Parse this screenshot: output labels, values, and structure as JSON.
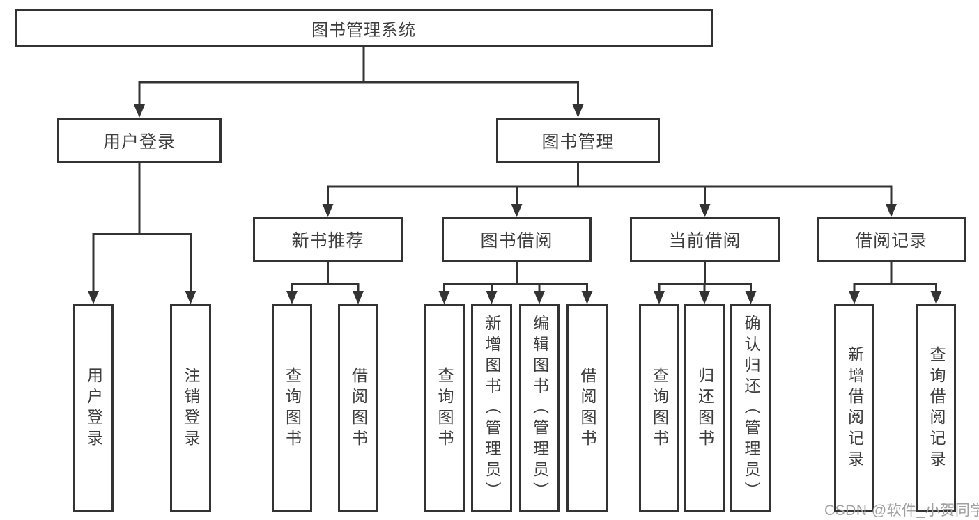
{
  "diagram": {
    "root": "图书管理系统",
    "level1": {
      "user_login": "用户登录",
      "book_mgmt": "图书管理"
    },
    "level2": {
      "new_book": "新书推荐",
      "book_borrow": "图书借阅",
      "current_borrow": "当前借阅",
      "borrow_record": "借阅记录"
    },
    "leaves": {
      "user_login": [
        "用户登录",
        "注销登录"
      ],
      "new_book": [
        "查询图书",
        "借阅图书"
      ],
      "book_borrow": [
        "查询图书",
        "新增图书（管理员）",
        "编辑图书（管理员）",
        "借阅图书"
      ],
      "current_borrow": [
        "查询图书",
        "归还图书",
        "确认归还（管理员）"
      ],
      "borrow_record": [
        "新增借阅记录",
        "查询借阅记录"
      ]
    }
  },
  "watermark": "CSDN @软件_小贺同学",
  "colors": {
    "line": "#333333",
    "text": "#3d3d3d",
    "watermark": "#a1a1a1",
    "background": "#ffffff"
  }
}
